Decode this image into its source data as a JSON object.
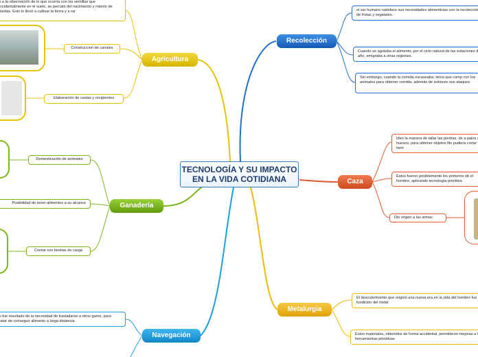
{
  "center": {
    "title": "TECNOLOGÍA Y SU IMPACTO EN LA VIDA COTIDIANA"
  },
  "branches": {
    "recoleccion": {
      "label": "Recolección",
      "color": "#1f6fd0",
      "leaves": [
        "el ser humano satisface sus necesidades alimenticias con la recolección de frutas y vegetales,",
        "Cuando se agotaba el alimento, por el ciclo natural de las estaciones del año, emigraba a otras regiones.",
        "Sin embargo, cuando la comida escaseaba, tenía que comp con los animales para obtener comida, además de sobreviv sus ataques"
      ]
    },
    "caza": {
      "label": "Caza",
      "color": "#e05a2b",
      "leaves": [
        "Ideó la manera de tallar las piedras, de a palos y huesos, para obtener objetos filo pudiera cortar o herir",
        "Estos fueron posiblemente los primeros ob el hombre, aplicando tecnología primitiva",
        "Dio origen a las armas"
      ]
    },
    "metalurgia": {
      "label": "Metalurgia",
      "color": "#f2b705",
      "leaves": [
        "El descubrimiento que originó una nueva era en la vida del hombre fue la fundición del metal",
        "Estos materiales, obtenidos de forma accidental, permitieron mejoras a las herramientas primitivas"
      ]
    },
    "agricultura": {
      "label": "Agricultura",
      "color": "#e6c200",
      "leaves": [
        "lo a la observación de lo que ocurría con las semillas que accidentalmente en el suelo, se percató del nacimiento y miento de plantas. Esto lo llevó a cultivar la tierra y a rar",
        "Construccion de canales",
        "Elaboración de cestas y recipientes"
      ]
    },
    "ganaderia": {
      "label": "Ganadería",
      "color": "#7cb518",
      "leaves": [
        "Domesticación de animales",
        "Posibilidad de tener alimentos a su alcance",
        "Contar con bestias de carga"
      ]
    },
    "navegacion": {
      "label": "Navegación",
      "color": "#1a9ee0",
      "leaves": [
        "to fue resultado de la necesidad de trasladarse a otros gares, para tratar de conseguir alimento a larga distancia"
      ]
    }
  }
}
